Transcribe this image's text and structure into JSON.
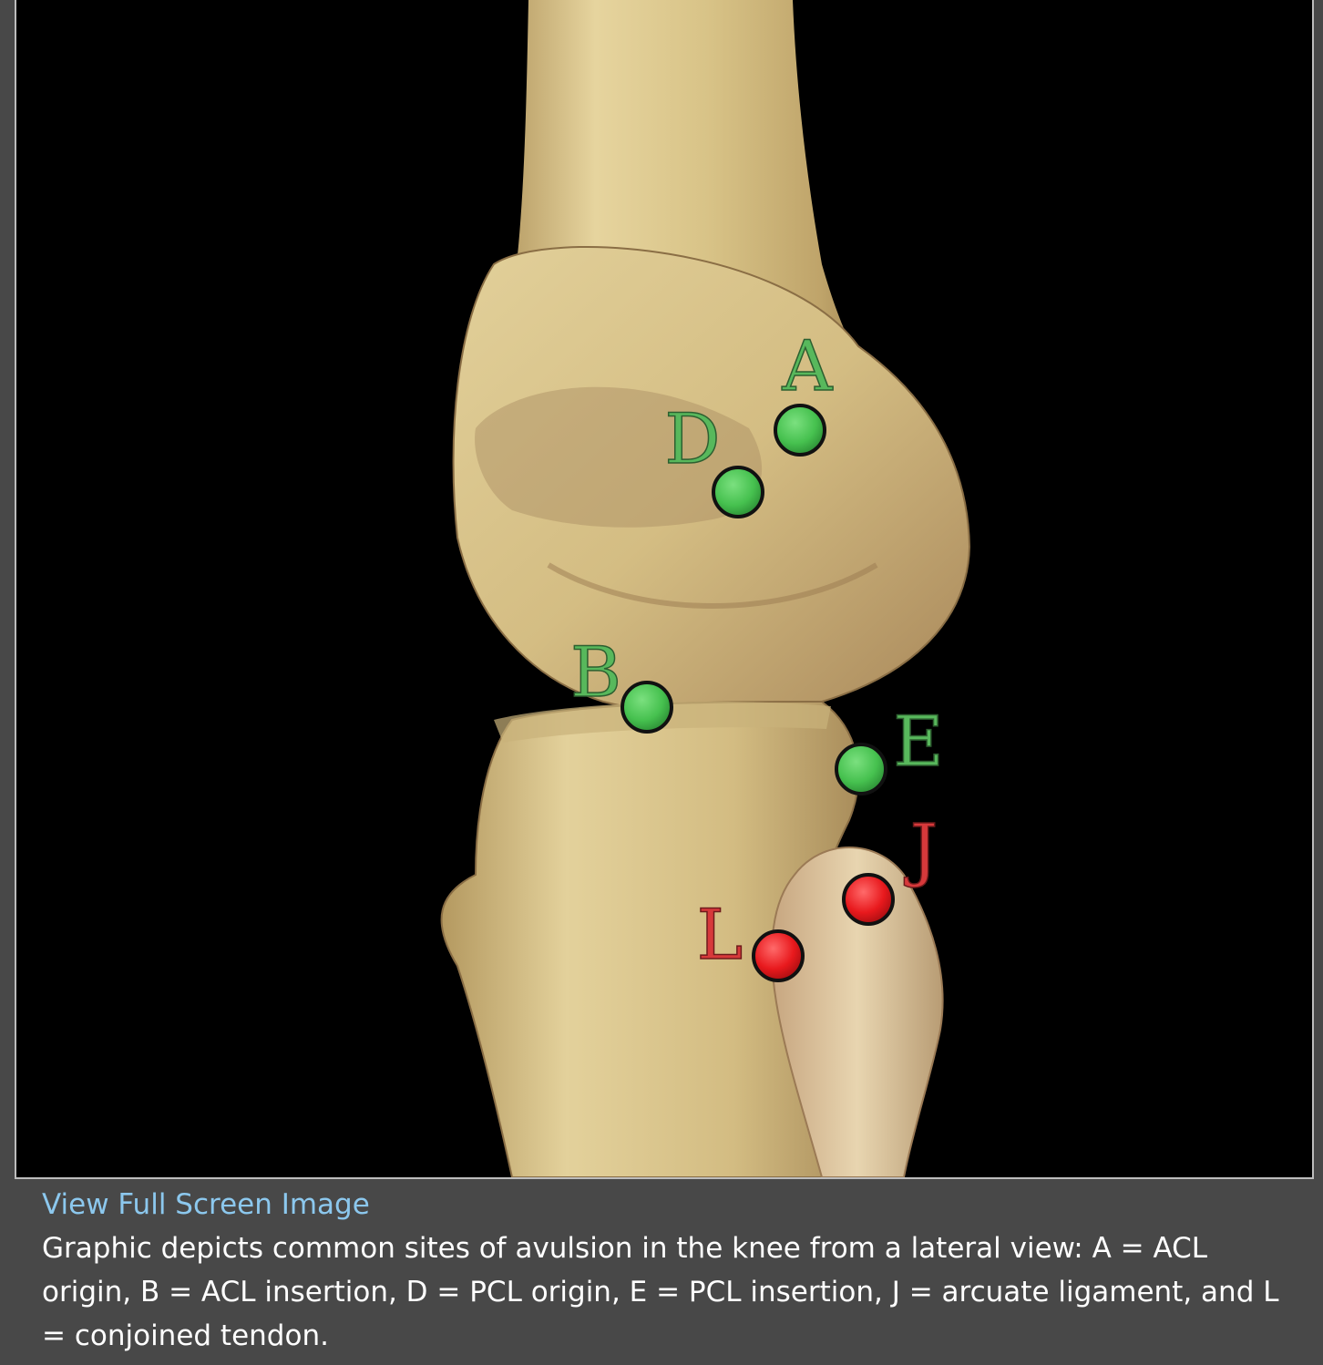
{
  "figure": {
    "markers": [
      {
        "label": "A",
        "color": "#46c14f",
        "label_color": "#58b85c"
      },
      {
        "label": "D",
        "color": "#46c14f",
        "label_color": "#58b85c"
      },
      {
        "label": "B",
        "color": "#46c14f",
        "label_color": "#58b85c"
      },
      {
        "label": "E",
        "color": "#46c14f",
        "label_color": "#58b85c"
      },
      {
        "label": "J",
        "color": "#e8191d",
        "label_color": "#d7393b"
      },
      {
        "label": "L",
        "color": "#e8191d",
        "label_color": "#d7393b"
      }
    ],
    "colors": {
      "background": "#000000",
      "bone": "#d9c48c",
      "frame_border": "#bdbdbd",
      "page_background": "#484848"
    }
  },
  "caption": {
    "link_text": "View Full Screen Image",
    "link_color": "#8cc8ee",
    "description": "Graphic depicts common sites of avulsion in the knee from a lateral view: A = ACL origin, B = ACL insertion, D = PCL origin, E = PCL insertion, J = arcuate ligament, and L = conjoined tendon."
  }
}
